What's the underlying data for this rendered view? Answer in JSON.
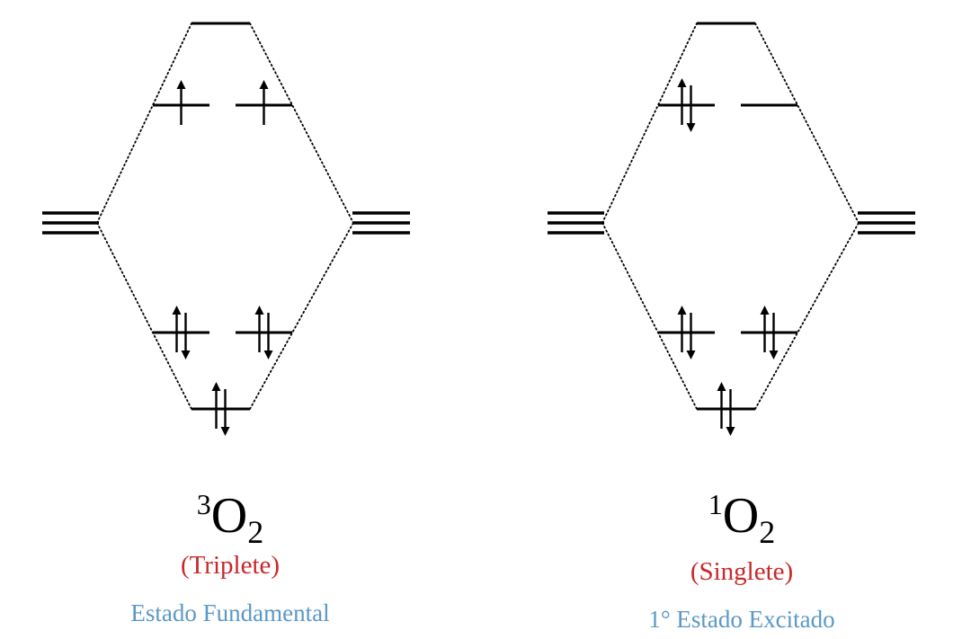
{
  "colors": {
    "line": "#000000",
    "multiplicity_text": "#c8282a",
    "state_text": "#5b98c5"
  },
  "icons": {
    "electron_up": "up-arrow",
    "electron_down": "down-arrow"
  },
  "diagrams": [
    {
      "id": "triplet",
      "formula": {
        "superscript": "3",
        "element": "O",
        "subscript": "2"
      },
      "multiplicity": "(Triplete)",
      "state": "Estado Fundamental",
      "orbitals": {
        "sigma_star": 0,
        "pi_star": [
          1,
          1
        ],
        "pi_star_spins": [
          "up",
          "up"
        ],
        "pi": [
          2,
          2
        ],
        "sigma": 2,
        "atomic_left_lines": 3,
        "atomic_right_lines": 3
      }
    },
    {
      "id": "singlet",
      "formula": {
        "superscript": "1",
        "element": "O",
        "subscript": "2"
      },
      "multiplicity": "(Singlete)",
      "state": "1° Estado Excitado",
      "orbitals": {
        "sigma_star": 0,
        "pi_star": [
          2,
          0
        ],
        "pi_star_spins": [
          "pair",
          "none"
        ],
        "pi": [
          2,
          2
        ],
        "sigma": 2,
        "atomic_left_lines": 3,
        "atomic_right_lines": 3
      }
    }
  ]
}
